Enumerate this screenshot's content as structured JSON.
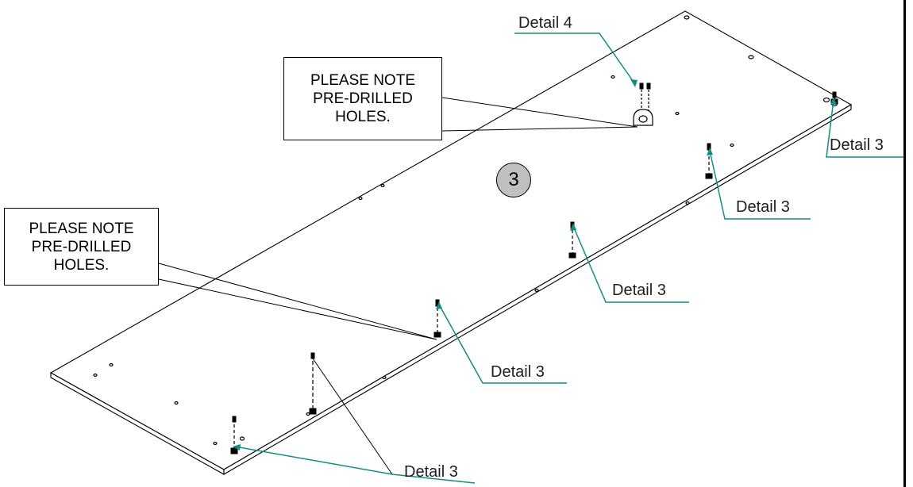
{
  "callouts": {
    "top_note": [
      "PLEASE NOTE",
      "PRE-DRILLED",
      "HOLES."
    ],
    "left_note": [
      "PLEASE NOTE",
      "PRE-DRILLED",
      "HOLES."
    ]
  },
  "part_number": "3",
  "detail_labels": {
    "detail_4": "Detail 4",
    "detail_3_right": "Detail 3",
    "detail_3_upper": "Detail 3",
    "detail_3_middle": "Detail 3",
    "detail_3_lower": "Detail 3",
    "detail_3_bottom": "Detail 3"
  },
  "colors": {
    "leader": "#138c84",
    "badge": "#c0c0c0",
    "outline": "#000000"
  }
}
